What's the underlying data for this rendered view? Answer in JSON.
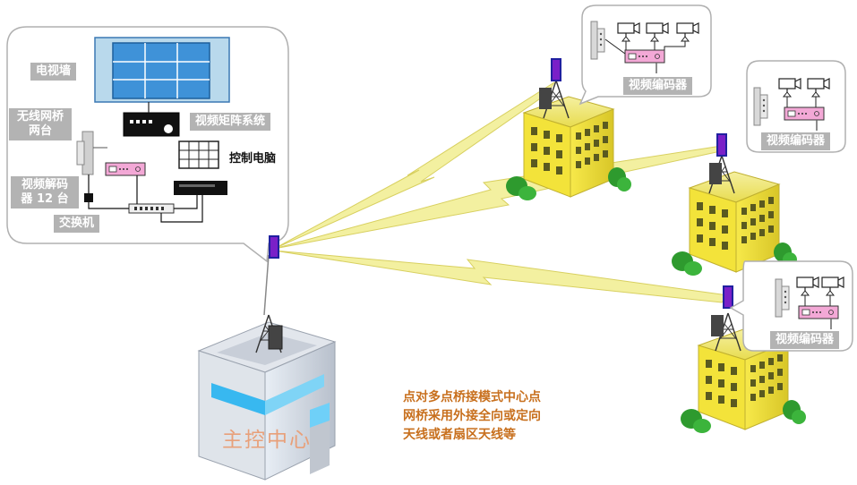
{
  "control_room": {
    "tv_wall": "电视墙",
    "matrix": "视频矩阵系统",
    "bridge": "无线网桥两台",
    "pc": "控制电脑",
    "decoder": "视频解码器 12 台",
    "switch": "交换机"
  },
  "remote_sites": {
    "encoder_1": "视频编码器",
    "encoder_2": "视频编码器",
    "encoder_3": "视频编码器"
  },
  "center_building": "主控中心",
  "description": {
    "line1": "点对多点桥接模式中心点",
    "line2": "网桥采用外接全向或定向",
    "line3": "天线或者扇区天线等"
  },
  "colors": {
    "bubble_border": "#b0b0b0",
    "label_bg": "#b3b3b3",
    "lightning": "#f3f0a0",
    "building_yellow": "#f0e040",
    "antenna": "#7a20c8",
    "decoder_pink": "#f0a0d0",
    "description_text": "#c8701e",
    "center_label": "#e8a07a"
  }
}
